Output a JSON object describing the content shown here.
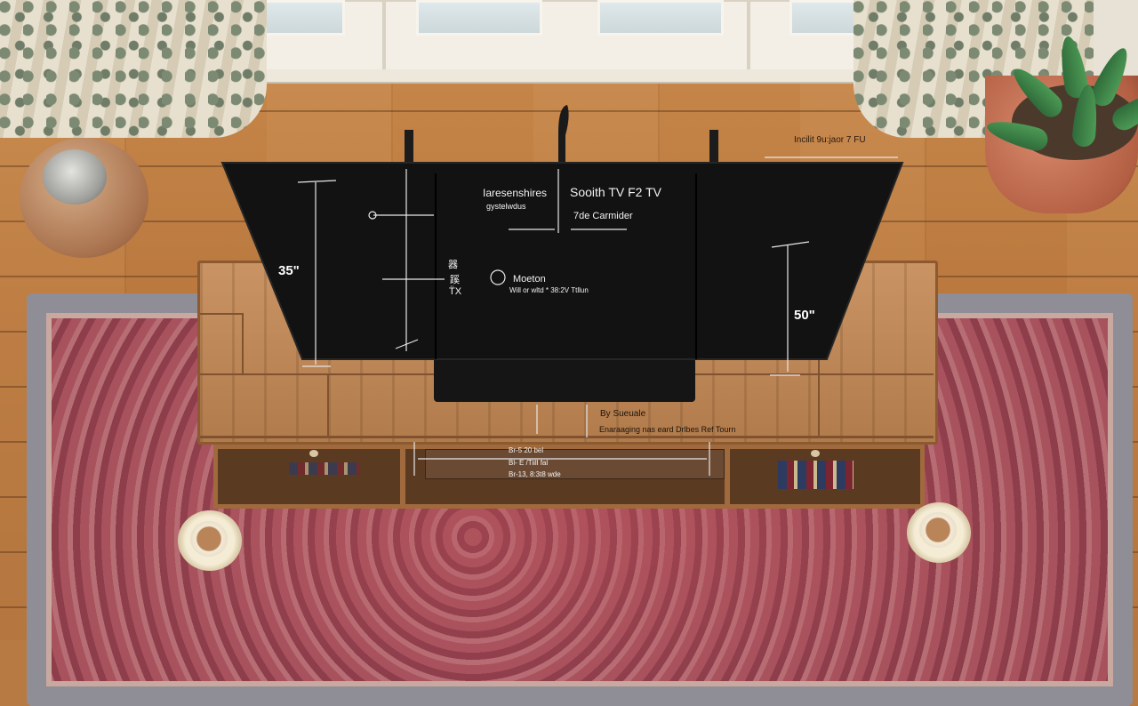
{
  "scene": "living-room-tv-setup",
  "tv": {
    "title_left": "Iaresenshires",
    "subtitle_left": "gystelwdus",
    "title_right": "Sooith TV F2 TV",
    "subtitle_right": "7de Carmider",
    "label_35": "35\"",
    "label_50": "50\"",
    "center_label": "Moeton",
    "center_sublabel": "Will or wltd * 38:2V Ttllun",
    "glyph_1": "器",
    "glyph_2": "蹊",
    "glyph_3": "T̈X"
  },
  "top_right_note": "Incilit 9u:jaor 7 FU",
  "stand": {
    "label_title": "By Sueuale",
    "label_desc": "Enaraaging nas eard Drlbes Ref Tourn",
    "spec_1": "Br-5 20 bel",
    "spec_2": "Bl- E /Tiill fal",
    "spec_3": "Br-13, 8:3t8 wde"
  },
  "colors": {
    "tv_panel": "#121212",
    "annotation": "#f2f2f2",
    "wood": "#c98a4c",
    "rug": "#9a4650"
  }
}
